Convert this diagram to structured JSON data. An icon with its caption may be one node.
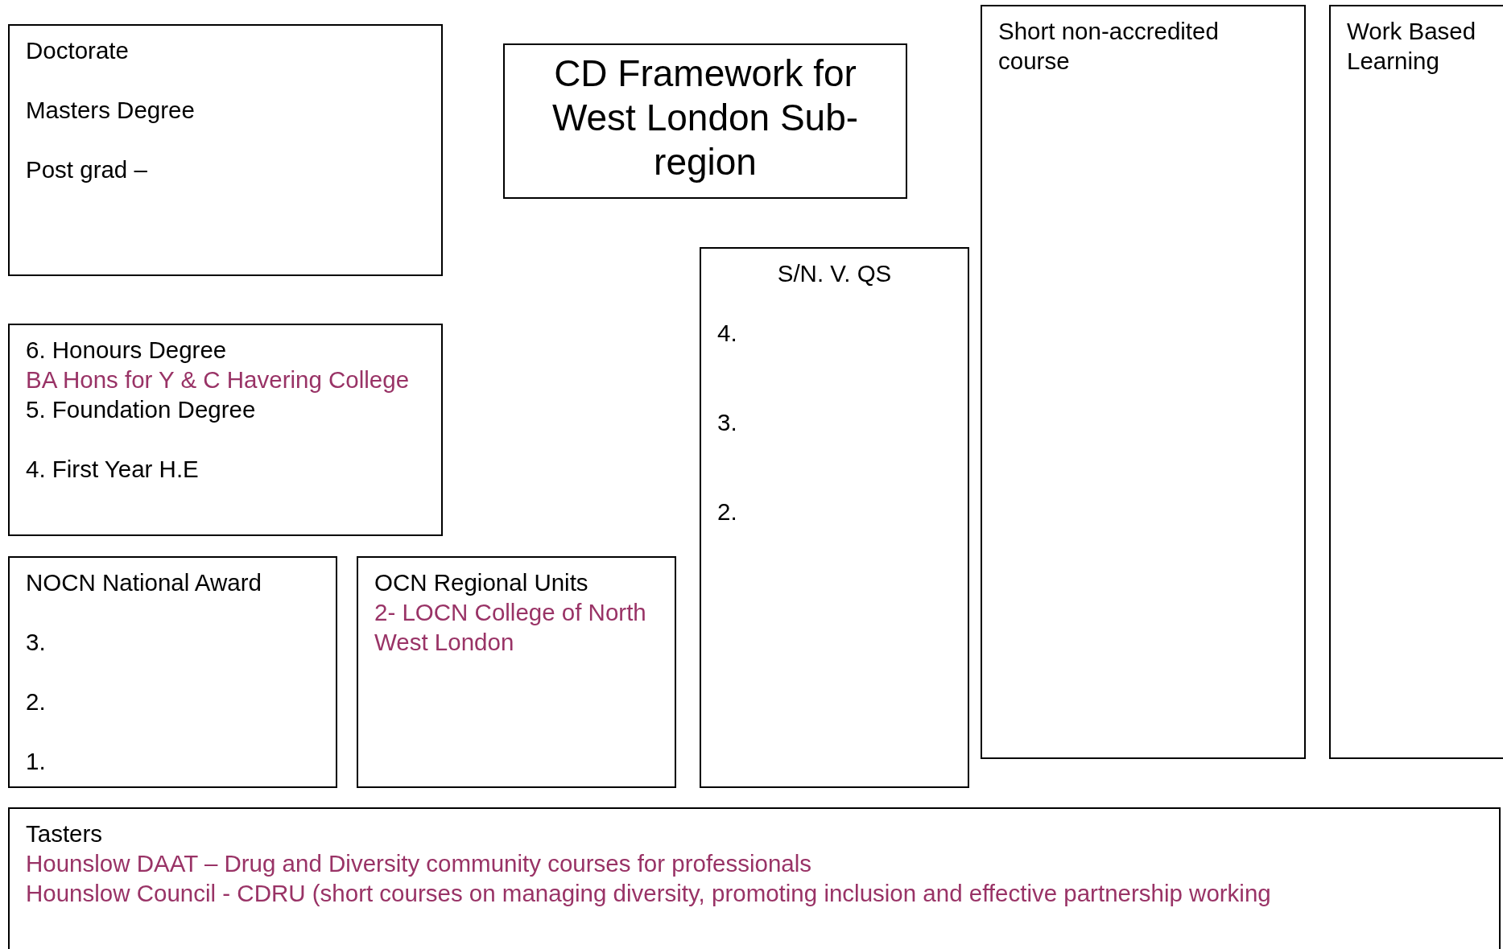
{
  "diagram": {
    "nodes": [
      {
        "text": [
          "Doctorate",
          "Masters Degree",
          "Post grad –"
        ]
      },
      {
        "text": [
          "CD Framework for West London Sub-region"
        ]
      },
      {
        "text": [
          "Short non-accredited course"
        ]
      },
      {
        "text": [
          "Work Based Learning"
        ]
      },
      {
        "text": [
          "S/N. V. QS",
          "4.",
          "3.",
          "2."
        ]
      },
      {
        "text": [
          "6. Honours Degree",
          "BA Hons for Y & C Havering College",
          "5. Foundation Degree",
          "4. First Year H.E"
        ]
      },
      {
        "text": [
          "NOCN National Award",
          "3.",
          "2.",
          "1."
        ]
      },
      {
        "text": [
          "OCN Regional Units",
          "2-  LOCN College of North West London"
        ]
      },
      {
        "text": [
          "Tasters",
          "Hounslow DAAT – Drug and Diversity community courses for professionals",
          "Hounslow Council - CDRU (short courses on managing diversity, promoting inclusion and effective partnership working"
        ]
      }
    ],
    "edges": []
  }
}
